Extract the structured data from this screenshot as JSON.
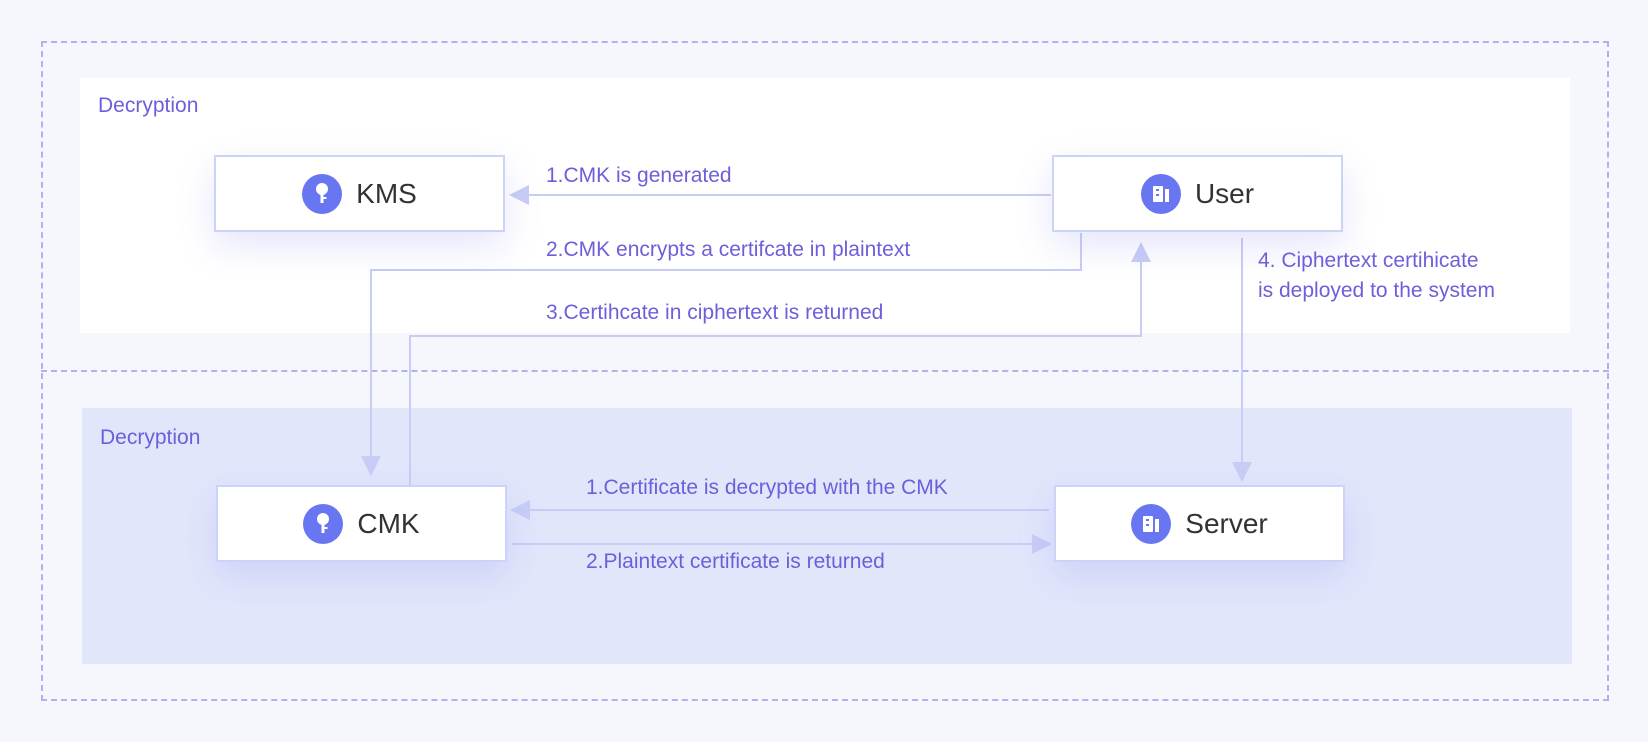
{
  "panels": {
    "top": {
      "title": "Decryption"
    },
    "bottom": {
      "title": "Decryption"
    }
  },
  "nodes": {
    "kms": {
      "label": "KMS",
      "icon": "key-icon"
    },
    "user": {
      "label": "User",
      "icon": "server-icon"
    },
    "cmk": {
      "label": "CMK",
      "icon": "key-icon"
    },
    "server": {
      "label": "Server",
      "icon": "server-icon"
    }
  },
  "edges": {
    "top": {
      "generated": "1.CMK is generated",
      "encrypts": "2.CMK encrypts a certifcate in plaintext",
      "returned": "3.Certihcate in ciphertext is returned",
      "deployed": "4. Ciphertext certihicate\nis deployed to the system"
    },
    "bottom": {
      "decrypted": "1.Certificate is decrypted with the CMK",
      "plaintext": "2.Plaintext certificate is returned"
    }
  },
  "colors": {
    "page_background": "#f6f7fc",
    "frame": "#aeb2ee",
    "top_panel": "#ffffff",
    "bottom_panel": "#e2e6fb",
    "node_border": "#cbd3f7",
    "icon_fill": "#6876f2",
    "label_text": "#6c5fdb",
    "connector": "#c8cdf6",
    "node_text": "#333333"
  }
}
